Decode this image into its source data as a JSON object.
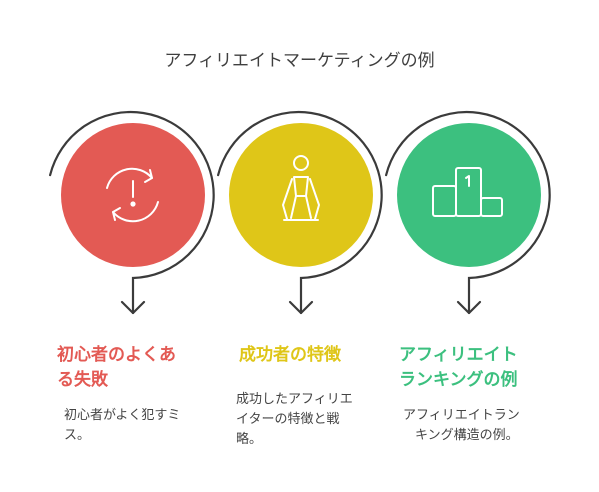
{
  "title": "アフィリエイトマーケティングの例",
  "colors": {
    "red": "#e35a54",
    "yellow": "#dfc618",
    "green": "#3cc07f",
    "line": "#3b3b3b"
  },
  "items": [
    {
      "heading": "初心者のよくある失敗",
      "heading_lines": [
        "初心者のよくあ",
        "る失敗"
      ],
      "desc": "初心者がよく犯すミス。",
      "desc_lines": [
        "初心者がよく犯すミ",
        "ス。"
      ],
      "icon": "clock-cycle-icon"
    },
    {
      "heading": "成功者の特徴",
      "heading_lines": [
        "成功者の特徴"
      ],
      "desc": "成功したアフィリエイターの特徴と戦略。",
      "desc_lines": [
        "成功したアフィリエ",
        "イターの特徴と戦",
        "略。"
      ],
      "icon": "person-pedestal-icon"
    },
    {
      "heading": "アフィリエイトランキングの例",
      "heading_lines": [
        "アフィリエイト",
        "ランキングの例"
      ],
      "desc": "アフィリエイトランキング構造の例。",
      "desc_lines": [
        "アフィリエイトラン",
        "キング構造の例。"
      ],
      "icon": "ranking-podium-icon"
    }
  ]
}
